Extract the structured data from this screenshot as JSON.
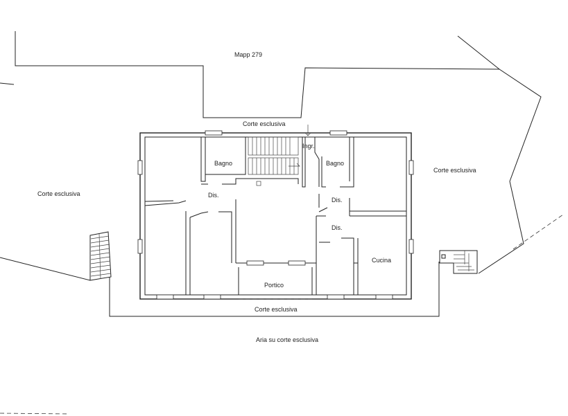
{
  "labels": {
    "mapp": "Mapp 279",
    "corte_top": "Corte esclusiva",
    "corte_left": "Corte esclusiva",
    "corte_right": "Corte esclusiva",
    "corte_bottom": "Corte esclusiva",
    "aria": "Aria su corte esclusiva",
    "ingr": "Ingr.",
    "bagno_left": "Bagno",
    "bagno_right": "Bagno",
    "dis_left": "Dis.",
    "dis_right_upper": "Dis.",
    "dis_right_lower": "Dis.",
    "cucina": "Cucina",
    "portico": "Portico"
  }
}
